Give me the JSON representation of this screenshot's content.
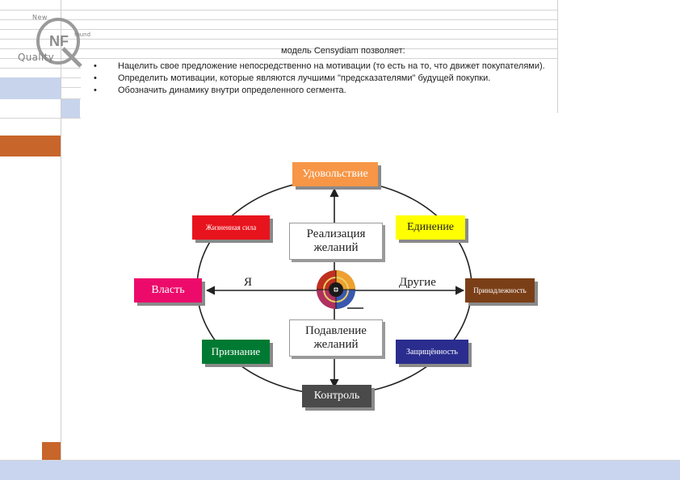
{
  "logo": {
    "new": "New",
    "found": "found",
    "quality": "Quality",
    "letters": "NF"
  },
  "heading": "модель Censydiam позволяет:",
  "bullets": [
    "Нацелить свое предложение непосредственно на мотивации (то есть на то, что движет покупателями).",
    "Определить мотивации, которые являются лучшими \"предсказателями\" будущей покупки.",
    "Обозначить динамику внутри определенного сегмента."
  ],
  "diagram": {
    "center_top": "Реализация желаний",
    "center_bottom": "Подавление желаний",
    "axis_left": "Я",
    "axis_right": "Другие",
    "boxes": {
      "top": {
        "label": "Удовольствие",
        "color": "#f79646"
      },
      "top_left": {
        "label": "Жизненная сила",
        "color": "#e8141d"
      },
      "top_right": {
        "label": "Единение",
        "color": "#ffff00"
      },
      "left": {
        "label": "Власть",
        "color": "#ec0b6b"
      },
      "right": {
        "label": "Принадлежность",
        "color": "#7b3f17"
      },
      "bottom_left": {
        "label": "Признание",
        "color": "#007a32"
      },
      "bottom_right": {
        "label": "Защищённость",
        "color": "#2a2d8e"
      },
      "bottom": {
        "label": "Контроль",
        "color": "#4a4a4a"
      }
    }
  },
  "colors": {
    "panel_blue": "#c8d4ec",
    "panel_orange": "#c8652a",
    "footer_blue": "#c9d5ef"
  }
}
